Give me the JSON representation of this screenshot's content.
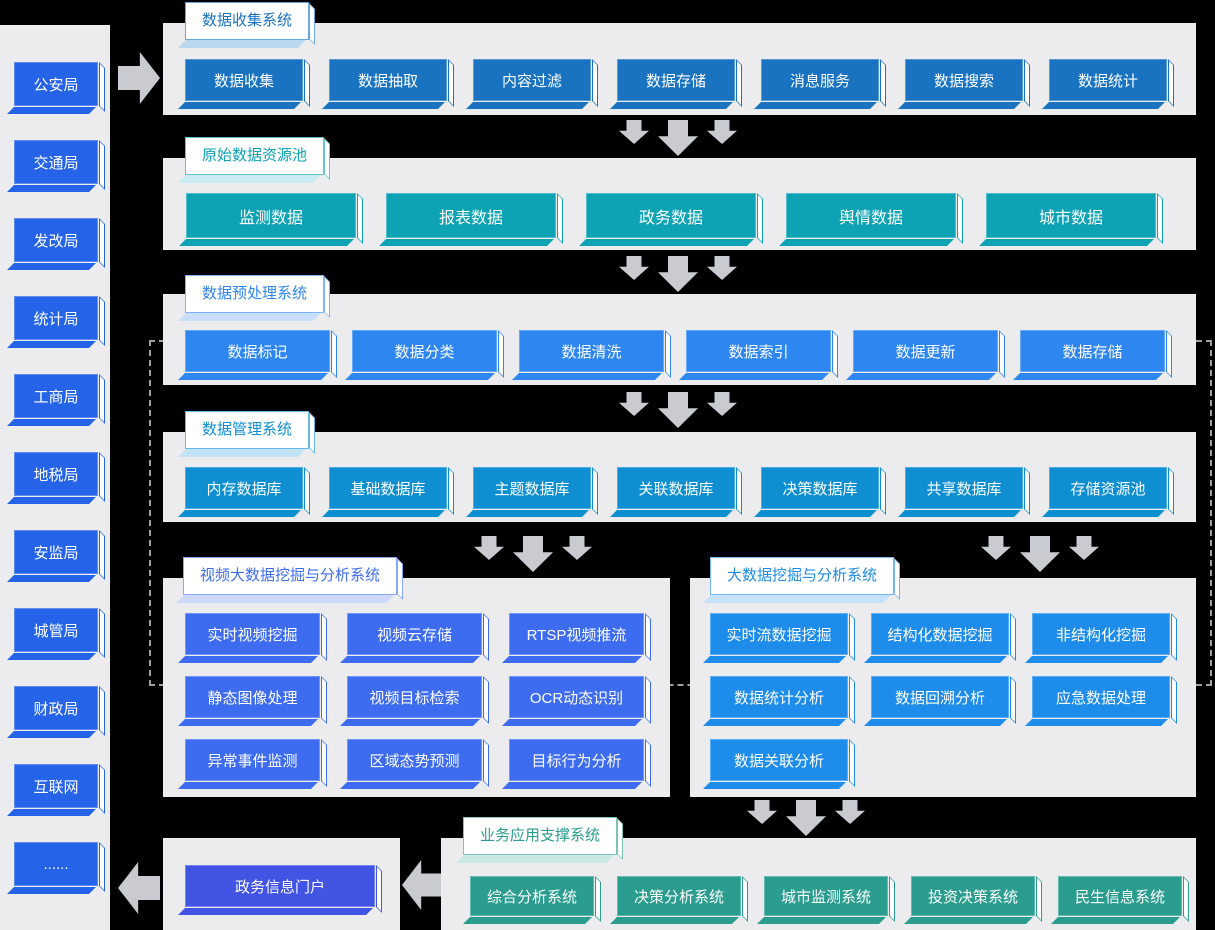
{
  "palette": {
    "background": "#000000",
    "panel_gray": "#ececee",
    "arrow_gray": "#c9cbd1",
    "group_outline": "#9aa0a6",
    "button_text": "#ffffff"
  },
  "sections": {
    "departments": {
      "accent": "#2563e8",
      "light": "#7d9ef3",
      "tint": "#c7d6fa",
      "items": [
        "公安局",
        "交通局",
        "发改局",
        "统计局",
        "工商局",
        "地税局",
        "安监局",
        "城管局",
        "财政局",
        "互联网",
        "......"
      ]
    },
    "collect": {
      "title": "数据收集系统",
      "accent": "#1a73c0",
      "light": "#6aa6dd",
      "tint": "#bcd7f0",
      "items": [
        "数据收集",
        "数据抽取",
        "内容过滤",
        "数据存储",
        "消息服务",
        "数据搜索",
        "数据统计"
      ]
    },
    "pool": {
      "title": "原始数据资源池",
      "accent": "#0da2b4",
      "light": "#62c4d0",
      "tint": "#c8ecf1",
      "items": [
        "监测数据",
        "报表数据",
        "政务数据",
        "舆情数据",
        "城市数据"
      ]
    },
    "preprocess": {
      "title": "数据预处理系统",
      "accent": "#2e86f0",
      "light": "#7db4f7",
      "tint": "#c8defc",
      "items": [
        "数据标记",
        "数据分类",
        "数据清洗",
        "数据索引",
        "数据更新",
        "数据存储"
      ]
    },
    "manage": {
      "title": "数据管理系统",
      "accent": "#0d8fd2",
      "light": "#66b9e5",
      "tint": "#c2e3f5",
      "items": [
        "内存数据库",
        "基础数据库",
        "主题数据库",
        "关联数据库",
        "决策数据库",
        "共享数据库",
        "存储资源池"
      ]
    },
    "video": {
      "title": "视频大数据挖掘与分析系统",
      "accent": "#3e6cf0",
      "light": "#8aa6f7",
      "tint": "#ccd8fc",
      "items": [
        "实时视频挖掘",
        "视频云存储",
        "RTSP视频推流",
        "静态图像处理",
        "视频目标检索",
        "OCR动态识别",
        "异常事件监测",
        "区域态势预测",
        "目标行为分析"
      ]
    },
    "bigdata": {
      "title": "大数据挖掘与分析系统",
      "accent": "#1e8cea",
      "light": "#74b6f3",
      "tint": "#c6e2fb",
      "items": [
        "实时流数据挖掘",
        "结构化数据挖掘",
        "非结构化挖掘",
        "数据统计分析",
        "数据回溯分析",
        "应急数据处理",
        "数据关联分析"
      ]
    },
    "portal": {
      "accent": "#4254e4",
      "light": "#8d9af0",
      "tint": "#ced3fa",
      "items": [
        "政务信息门户"
      ]
    },
    "business": {
      "title": "业务应用支撑系统",
      "accent": "#2a9d8f",
      "light": "#7cc4bb",
      "tint": "#c9e8e3",
      "items": [
        "综合分析系统",
        "决策分析系统",
        "城市监测系统",
        "投资决策系统",
        "民生信息系统"
      ]
    }
  }
}
